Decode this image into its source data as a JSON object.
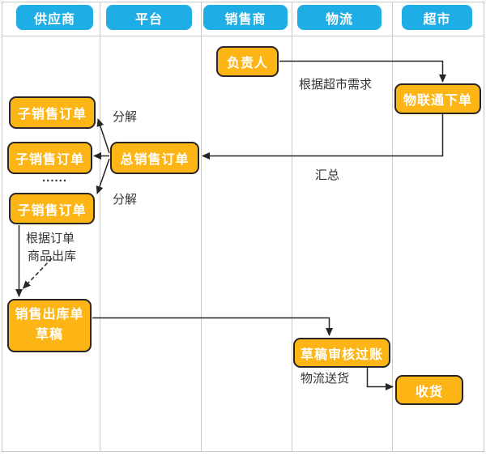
{
  "diagram_type": "swimlane-flowchart",
  "lanes": [
    {
      "label": "供应商"
    },
    {
      "label": "平台"
    },
    {
      "label": "销售商"
    },
    {
      "label": "物流"
    },
    {
      "label": "超市"
    }
  ],
  "nodes": {
    "manager": {
      "label": "负责人",
      "lane": "销售商"
    },
    "wlt_order": {
      "label": "物联通下单",
      "lane": "超市"
    },
    "master_order": {
      "label": "总销售订单",
      "lane": "平台"
    },
    "sub_order_1": {
      "label": "子销售订单",
      "lane": "供应商"
    },
    "sub_order_2": {
      "label": "子销售订单",
      "lane": "供应商"
    },
    "sub_order_3": {
      "label": "子销售订单",
      "lane": "供应商"
    },
    "outbound_draft": {
      "line1": "销售出库单",
      "line2": "草稿",
      "lane": "供应商"
    },
    "draft_posting": {
      "label": "草稿审核过账",
      "lane": "物流"
    },
    "receive": {
      "label": "收货",
      "lane": "超市"
    }
  },
  "labels": {
    "demand": "根据超市需求",
    "summarize": "汇总",
    "decompose_top": "分解",
    "decompose_bottom": "分解",
    "ellipsis": "......",
    "per_order_line1": "根据订单",
    "per_order_line2": "商品出库",
    "delivery": "物流送货"
  },
  "edges": [
    {
      "from": "manager",
      "to": "wlt_order",
      "style": "solid",
      "label": "根据超市需求"
    },
    {
      "from": "wlt_order",
      "to": "master_order",
      "style": "solid",
      "label": "汇总"
    },
    {
      "from": "master_order",
      "to": "sub_order_1",
      "style": "solid",
      "label": "分解"
    },
    {
      "from": "master_order",
      "to": "sub_order_2",
      "style": "solid",
      "label": ""
    },
    {
      "from": "master_order",
      "to": "sub_order_3",
      "style": "solid",
      "label": "分解"
    },
    {
      "from": "sub_order_3",
      "to": "outbound_draft",
      "style": "solid",
      "label": "根据订单 商品出库"
    },
    {
      "from": "sub_order_3",
      "to": "outbound_draft",
      "style": "dashed",
      "label": ""
    },
    {
      "from": "outbound_draft",
      "to": "draft_posting",
      "style": "solid",
      "label": ""
    },
    {
      "from": "draft_posting",
      "to": "receive",
      "style": "solid",
      "label": "物流送货"
    }
  ],
  "colors": {
    "lane_header_fill": "#1FADE5",
    "node_fill": "#FDB415",
    "node_border": "#262626",
    "node_text": "#FFFFFF",
    "connector": "#262626",
    "grid_line": "#C9C9C9",
    "label_text": "#333333",
    "background": "#FFFFFF"
  }
}
